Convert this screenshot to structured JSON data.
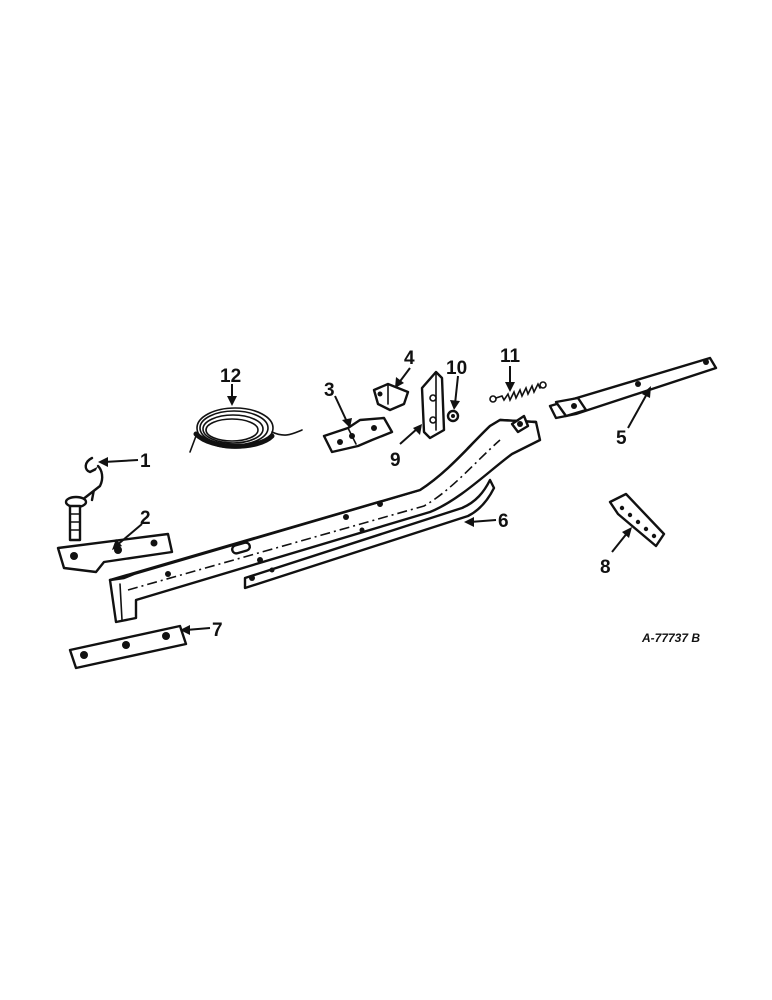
{
  "diagram": {
    "callouts": [
      "1",
      "2",
      "3",
      "4",
      "5",
      "6",
      "7",
      "8",
      "9",
      "10",
      "11",
      "12"
    ],
    "reference_code": "A-77737 B"
  }
}
